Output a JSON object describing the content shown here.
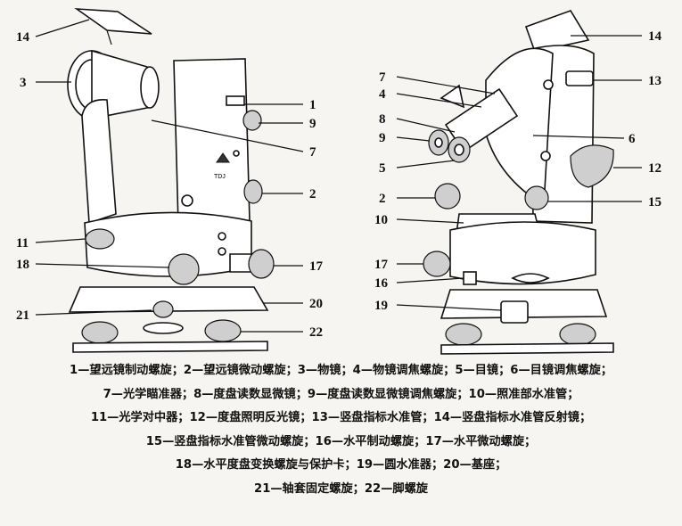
{
  "figure": {
    "left_labels": [
      {
        "id": "14",
        "text": "14"
      },
      {
        "id": "3",
        "text": "3"
      },
      {
        "id": "1",
        "text": "1"
      },
      {
        "id": "9",
        "text": "9"
      },
      {
        "id": "7",
        "text": "7"
      },
      {
        "id": "2",
        "text": "2"
      },
      {
        "id": "11",
        "text": "11"
      },
      {
        "id": "18",
        "text": "18"
      },
      {
        "id": "17",
        "text": "17"
      },
      {
        "id": "21",
        "text": "21"
      },
      {
        "id": "20",
        "text": "20"
      },
      {
        "id": "22",
        "text": "22"
      }
    ],
    "right_labels": [
      {
        "id": "14",
        "text": "14"
      },
      {
        "id": "7",
        "text": "7"
      },
      {
        "id": "13",
        "text": "13"
      },
      {
        "id": "4",
        "text": "4"
      },
      {
        "id": "8",
        "text": "8"
      },
      {
        "id": "9",
        "text": "9"
      },
      {
        "id": "6",
        "text": "6"
      },
      {
        "id": "5",
        "text": "5"
      },
      {
        "id": "12",
        "text": "12"
      },
      {
        "id": "2",
        "text": "2"
      },
      {
        "id": "15",
        "text": "15"
      },
      {
        "id": "10",
        "text": "10"
      },
      {
        "id": "17",
        "text": "17"
      },
      {
        "id": "16",
        "text": "16"
      },
      {
        "id": "19",
        "text": "19"
      }
    ],
    "stamp_text": "TDJ",
    "colors": {
      "ink": "#111111",
      "paper": "#f6f5f2",
      "metal": "#cfcfcf"
    }
  },
  "legend": {
    "rows": [
      "1—望远镜制动螺旋；2—望远镜微动螺旋；3—物镜；4—物镜调焦螺旋；5—目镜；6—目镜调焦螺旋；",
      "7—光学瞄准器；8—度盘读数显微镜；9—度盘读数显微镜调焦螺旋；10—照准部水准管；",
      "11—光学对中器；12—度盘照明反光镜；13—竖盘指标水准管；14—竖盘指标水准管反射镜；",
      "15—竖盘指标水准管微动螺旋；16—水平制动螺旋；17—水平微动螺旋；",
      "18—水平度盘变换螺旋与保护卡；19—圆水准器；20—基座；",
      "21—轴套固定螺旋；22—脚螺旋"
    ]
  }
}
